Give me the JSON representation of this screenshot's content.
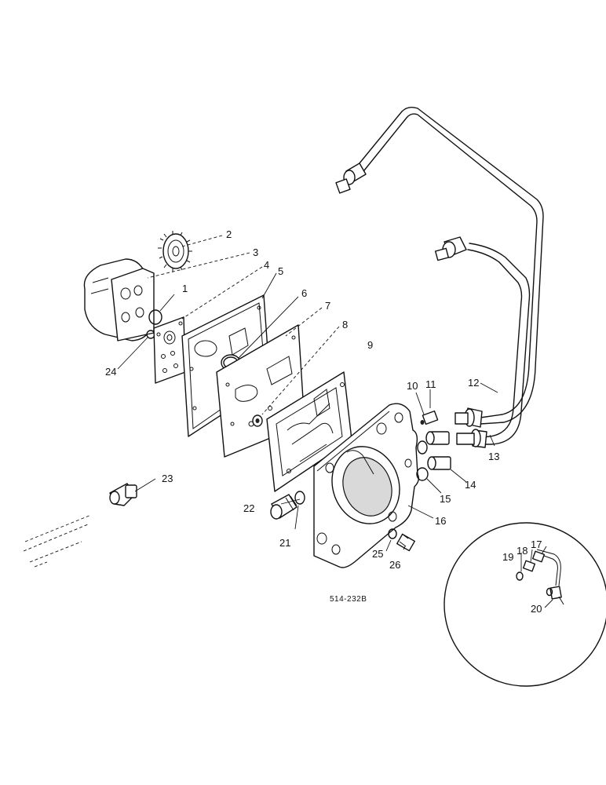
{
  "diagram": {
    "reference_code": "514-232B",
    "callouts": [
      "1",
      "2",
      "3",
      "4",
      "5",
      "6",
      "7",
      "8",
      "9",
      "10",
      "11",
      "12",
      "13",
      "14",
      "15",
      "16",
      "17",
      "18",
      "19",
      "20",
      "21",
      "22",
      "23",
      "24",
      "25",
      "26"
    ]
  },
  "parts": {
    "p1": "1",
    "p2": "2",
    "p3": "3",
    "p4": "4",
    "p5": "5",
    "p6": "6",
    "p7": "7",
    "p8": "8",
    "p9": "9",
    "p10": "10",
    "p11": "11",
    "p12": "12",
    "p13": "13",
    "p14": "14",
    "p15": "15",
    "p16": "16",
    "p17": "17",
    "p18": "18",
    "p19": "19",
    "p20": "20",
    "p21": "21",
    "p22": "22",
    "p23": "23",
    "p24": "24",
    "p25": "25",
    "p26": "26"
  }
}
